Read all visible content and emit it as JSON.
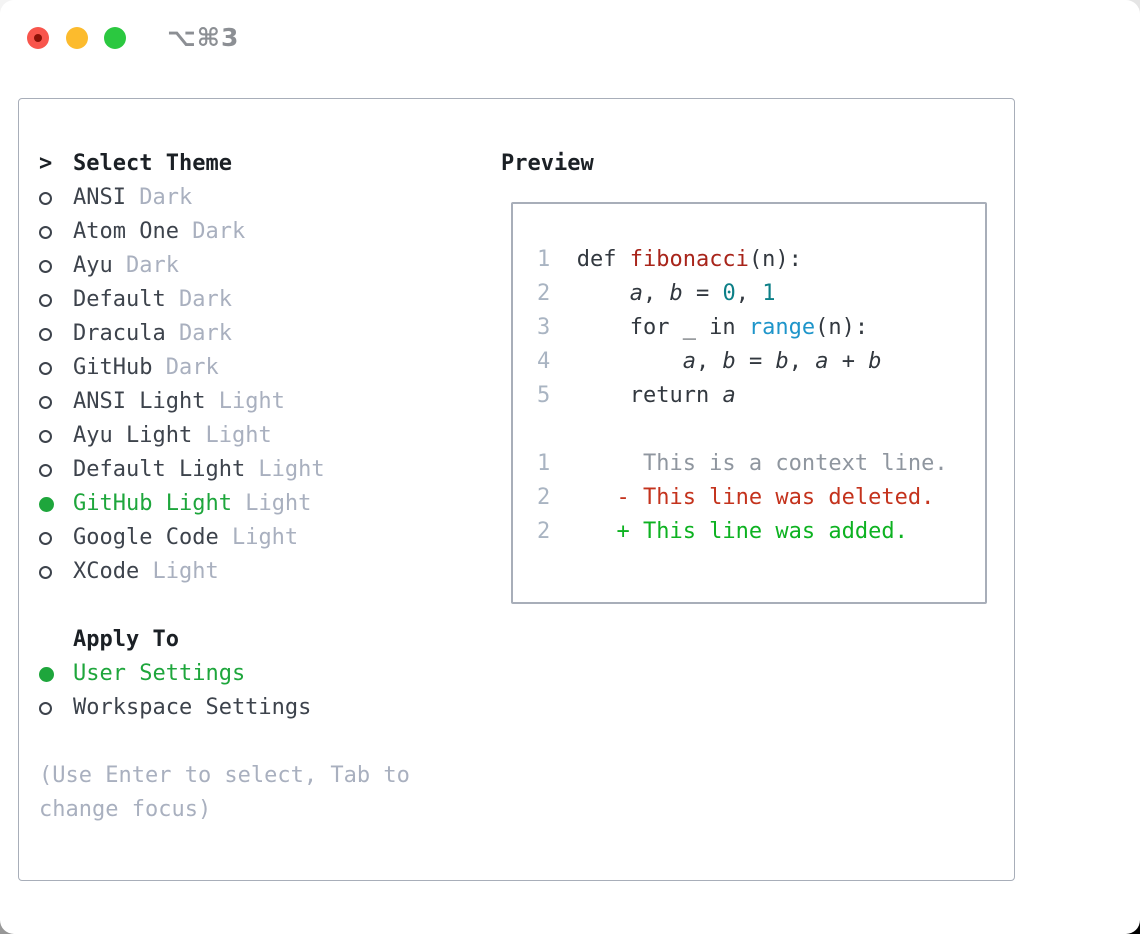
{
  "window": {
    "shortcut": "⌥⌘3",
    "traffic_lights": [
      "close",
      "minimize",
      "zoom"
    ]
  },
  "theme_panel": {
    "prompt": ">",
    "title": "Select Theme",
    "themes": [
      {
        "name": "ANSI",
        "variant": "Dark",
        "selected": false
      },
      {
        "name": "Atom One",
        "variant": "Dark",
        "selected": false
      },
      {
        "name": "Ayu",
        "variant": "Dark",
        "selected": false
      },
      {
        "name": "Default",
        "variant": "Dark",
        "selected": false
      },
      {
        "name": "Dracula",
        "variant": "Dark",
        "selected": false
      },
      {
        "name": "GitHub",
        "variant": "Dark",
        "selected": false
      },
      {
        "name": "ANSI Light",
        "variant": "Light",
        "selected": false
      },
      {
        "name": "Ayu Light",
        "variant": "Light",
        "selected": false
      },
      {
        "name": "Default Light",
        "variant": "Light",
        "selected": false
      },
      {
        "name": "GitHub Light",
        "variant": "Light",
        "selected": true
      },
      {
        "name": "Google Code",
        "variant": "Light",
        "selected": false
      },
      {
        "name": "XCode",
        "variant": "Light",
        "selected": false
      }
    ],
    "apply_to": {
      "title": "Apply To",
      "options": [
        {
          "name": "User Settings",
          "selected": true
        },
        {
          "name": "Workspace Settings",
          "selected": false
        }
      ]
    },
    "hint_line1": "(Use Enter to select, Tab to",
    "hint_line2": "change focus)"
  },
  "preview": {
    "title": "Preview",
    "code_lines": [
      {
        "num": "1",
        "tokens": [
          [
            "p",
            "def "
          ],
          [
            "f",
            "fibonacci"
          ],
          [
            "p",
            "(n):"
          ]
        ]
      },
      {
        "num": "2",
        "tokens": [
          [
            "p",
            "    "
          ],
          [
            "v",
            "a"
          ],
          [
            "p",
            ", "
          ],
          [
            "v",
            "b"
          ],
          [
            "p",
            " = "
          ],
          [
            "n",
            "0"
          ],
          [
            "p",
            ", "
          ],
          [
            "n",
            "1"
          ]
        ]
      },
      {
        "num": "3",
        "tokens": [
          [
            "p",
            "    for _ in "
          ],
          [
            "b",
            "range"
          ],
          [
            "p",
            "(n):"
          ]
        ]
      },
      {
        "num": "4",
        "tokens": [
          [
            "p",
            "        "
          ],
          [
            "v",
            "a"
          ],
          [
            "p",
            ", "
          ],
          [
            "v",
            "b"
          ],
          [
            "p",
            " = "
          ],
          [
            "v",
            "b"
          ],
          [
            "p",
            ", "
          ],
          [
            "v",
            "a"
          ],
          [
            "p",
            " + "
          ],
          [
            "v",
            "b"
          ]
        ]
      },
      {
        "num": "5",
        "tokens": [
          [
            "p",
            "    return "
          ],
          [
            "v",
            "a"
          ]
        ]
      }
    ],
    "diff_lines": [
      {
        "num": "1",
        "type": "context",
        "text": "     This is a context line."
      },
      {
        "num": "2",
        "type": "deleted",
        "text": "   - This line was deleted."
      },
      {
        "num": "2",
        "type": "added",
        "text": "   + This line was added."
      }
    ]
  },
  "colors": {
    "selected_green": "#1ea63c",
    "item_text": "#3d434c",
    "muted_gray": "#a9b0bf",
    "line_number_gray": "#a9b4c2",
    "context_gray": "#8f969f",
    "deleted_red": "#c4331d",
    "added_green": "#0db221",
    "function_red": "#a8241a",
    "number_teal": "#0c7f87",
    "builtin_blue": "#1e95ca",
    "code_plain": "#32383f",
    "border_gray": "#a8aeb9",
    "traffic_red": "#f8554c",
    "traffic_yellow": "#fcbb2d",
    "traffic_green": "#2bc840"
  }
}
